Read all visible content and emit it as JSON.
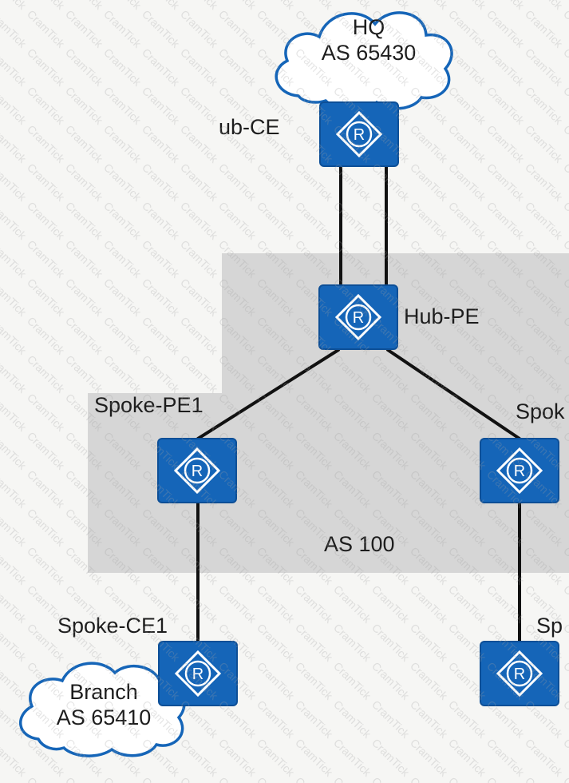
{
  "colors": {
    "router_fill": "#1565b8",
    "router_edge": "#0d4f97",
    "as_region": "#d6d6d6",
    "link": "#111111"
  },
  "icon": "router-icon",
  "clouds": {
    "hq": {
      "name": "HQ",
      "as": "AS 65430"
    },
    "branch": {
      "name": "Branch",
      "as": "AS 65410"
    }
  },
  "nodes": {
    "hub_ce": "ub-CE",
    "hub_pe": "Hub-PE",
    "spoke_pe1": "Spoke-PE1",
    "spoke_pe2": "Spok",
    "spoke_ce1": "Spoke-CE1",
    "spoke_ce2": "Sp"
  },
  "region": {
    "label": "AS 100"
  },
  "router_glyph": "R",
  "watermark": "CramTick"
}
